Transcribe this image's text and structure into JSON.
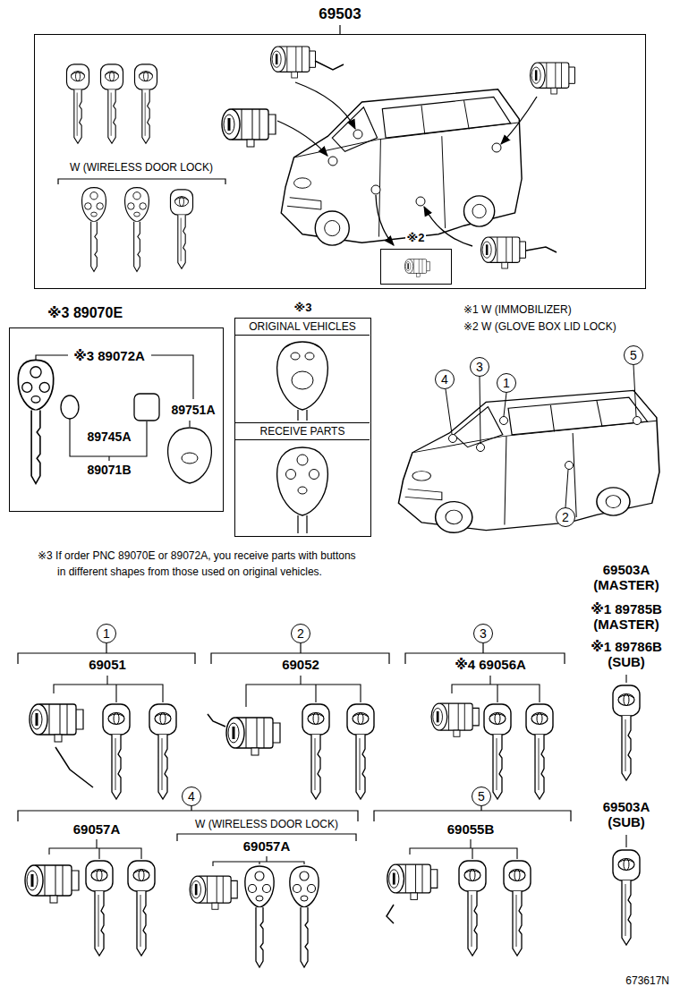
{
  "diagram": {
    "nodes": [
      {
        "text": [
          "69503"
        ]
      },
      {
        "text": [
          "※2"
        ],
        "in": 0
      },
      {
        "text": [
          "※3 89070E"
        ]
      },
      {
        "text": [
          "※3"
        ]
      },
      {
        "text": [
          "ORIGINAL VEHICLES"
        ],
        "in": 3
      },
      {
        "text": [
          "RECEIVE PARTS"
        ],
        "in": 3
      },
      {
        "text": [
          "1"
        ]
      },
      {
        "text": [
          "2"
        ]
      },
      {
        "text": [
          "3"
        ]
      },
      {
        "text": [
          "4"
        ]
      },
      {
        "text": [
          "5"
        ]
      },
      {
        "text": [
          "1"
        ]
      },
      {
        "text": [
          "2"
        ]
      },
      {
        "text": [
          "3"
        ]
      },
      {
        "text": [
          "4"
        ]
      },
      {
        "text": [
          "5"
        ]
      }
    ],
    "labels": [
      "W (WIRELESS DOOR LOCK)",
      "※3 89072A",
      "89745A",
      "89071B",
      "89751A",
      "※1 W (IMMOBILIZER)",
      "※2 W (GLOVE BOX LID LOCK)",
      "※3 If order PNC 89070E or 89072A, you receive parts with buttons in different shapes from those used on original vehicles.",
      "69503A (MASTER)",
      "※1 89785B (MASTER)",
      "※1 89786B (SUB)",
      "69051",
      "69052",
      "※4 69056A",
      "69057A",
      "W (WIRELESS DOOR LOCK)",
      "69057A",
      "69055B",
      "69503A (SUB)",
      "673617N"
    ]
  }
}
